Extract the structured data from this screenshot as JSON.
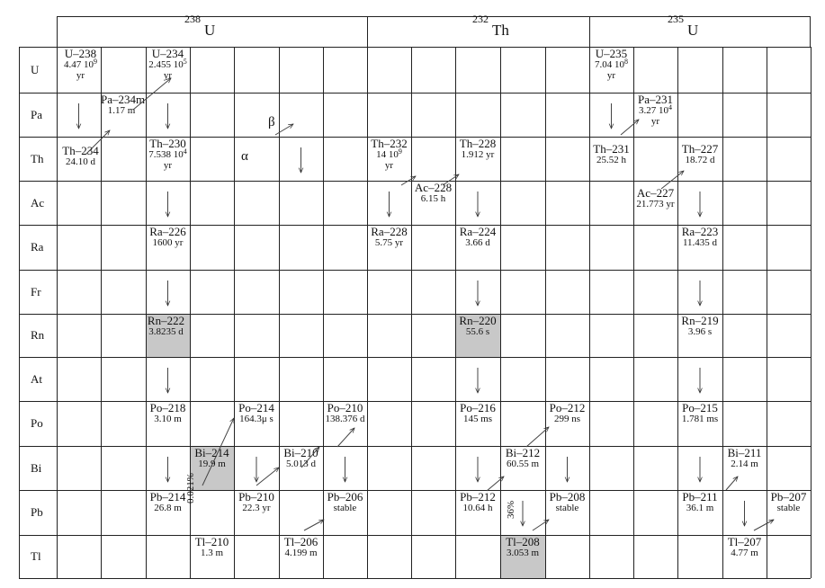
{
  "series_headers": [
    {
      "mass": "238",
      "symbol": "U"
    },
    {
      "mass": "232",
      "symbol": "Th"
    },
    {
      "mass": "235",
      "symbol": "U"
    }
  ],
  "elements": [
    "U",
    "Pa",
    "Th",
    "Ac",
    "Ra",
    "Fr",
    "Rn",
    "At",
    "Po",
    "Bi",
    "Pb",
    "Tl"
  ],
  "legend": {
    "alpha": "α",
    "beta": "β"
  },
  "nuclides": [
    {
      "id": "u238",
      "name": "U–238",
      "halflife": "4.47  10",
      "exp": "9",
      "unit": "yr"
    },
    {
      "id": "u234",
      "name": "U–234",
      "halflife": "2.455  10",
      "exp": "5",
      "unit": "yr"
    },
    {
      "id": "pa234m",
      "name": "Pa–234m",
      "halflife": "1.17 m"
    },
    {
      "id": "th234",
      "name": "Th–234",
      "halflife": "24.10 d"
    },
    {
      "id": "th230",
      "name": "Th–230",
      "halflife": "7.538  10",
      "exp": "4",
      "unit": "yr"
    },
    {
      "id": "ra226",
      "name": "Ra–226",
      "halflife": "1600 yr"
    },
    {
      "id": "rn222",
      "name": "Rn–222",
      "halflife": "3.8235 d"
    },
    {
      "id": "po218",
      "name": "Po–218",
      "halflife": "3.10 m"
    },
    {
      "id": "po214",
      "name": "Po–214",
      "halflife": "164.3μ s"
    },
    {
      "id": "po210",
      "name": "Po–210",
      "halflife": "138.376 d"
    },
    {
      "id": "bi214",
      "name": "Bi–214",
      "halflife": "19.9 m"
    },
    {
      "id": "bi210",
      "name": "Bi–210",
      "halflife": "5.013 d"
    },
    {
      "id": "pb214",
      "name": "Pb–214",
      "halflife": "26.8 m"
    },
    {
      "id": "pb210",
      "name": "Pb–210",
      "halflife": "22.3 yr"
    },
    {
      "id": "pb206",
      "name": "Pb–206",
      "halflife": "stable"
    },
    {
      "id": "tl210",
      "name": "Tl–210",
      "halflife": "1.3 m"
    },
    {
      "id": "tl206",
      "name": "Tl–206",
      "halflife": "4.199 m"
    },
    {
      "id": "th232",
      "name": "Th–232",
      "halflife": "14  10",
      "exp": "9",
      "unit": "yr"
    },
    {
      "id": "ac228",
      "name": "Ac–228",
      "halflife": "6.15 h"
    },
    {
      "id": "th228",
      "name": "Th–228",
      "halflife": "1.912 yr"
    },
    {
      "id": "ra228",
      "name": "Ra–228",
      "halflife": "5.75 yr"
    },
    {
      "id": "ra224",
      "name": "Ra–224",
      "halflife": "3.66 d"
    },
    {
      "id": "rn220",
      "name": "Rn–220",
      "halflife": "55.6 s"
    },
    {
      "id": "po216",
      "name": "Po–216",
      "halflife": "145 ms"
    },
    {
      "id": "po212",
      "name": "Po–212",
      "halflife": "299 ns"
    },
    {
      "id": "bi212",
      "name": "Bi–212",
      "halflife": "60.55 m"
    },
    {
      "id": "pb212",
      "name": "Pb–212",
      "halflife": "10.64 h"
    },
    {
      "id": "pb208",
      "name": "Pb–208",
      "halflife": "stable"
    },
    {
      "id": "tl208",
      "name": "Tl–208",
      "halflife": "3.053 m"
    },
    {
      "id": "u235",
      "name": "U–235",
      "halflife": "7.04  10",
      "exp": "8",
      "unit": "yr"
    },
    {
      "id": "pa231",
      "name": "Pa–231",
      "halflife": "3.27  10",
      "exp": "4",
      "unit": "yr"
    },
    {
      "id": "th231",
      "name": "Th–231",
      "halflife": "25.52 h"
    },
    {
      "id": "th227",
      "name": "Th–227",
      "halflife": "18.72 d"
    },
    {
      "id": "ac227",
      "name": "Ac–227",
      "halflife": "21.773 yr"
    },
    {
      "id": "ra223",
      "name": "Ra–223",
      "halflife": "11.435 d"
    },
    {
      "id": "rn219",
      "name": "Rn–219",
      "halflife": "3.96 s"
    },
    {
      "id": "po215",
      "name": "Po–215",
      "halflife": "1.781 ms"
    },
    {
      "id": "bi211",
      "name": "Bi–211",
      "halflife": "2.14 m"
    },
    {
      "id": "pb211",
      "name": "Pb–211",
      "halflife": "36.1 m"
    },
    {
      "id": "pb207",
      "name": "Pb–207",
      "halflife": "stable"
    },
    {
      "id": "tl207",
      "name": "Tl–207",
      "halflife": "4.77 m"
    }
  ],
  "branch_labels": [
    {
      "id": "br-bi214",
      "text": "0.021%"
    },
    {
      "id": "br-bi212",
      "text": "36%"
    }
  ]
}
